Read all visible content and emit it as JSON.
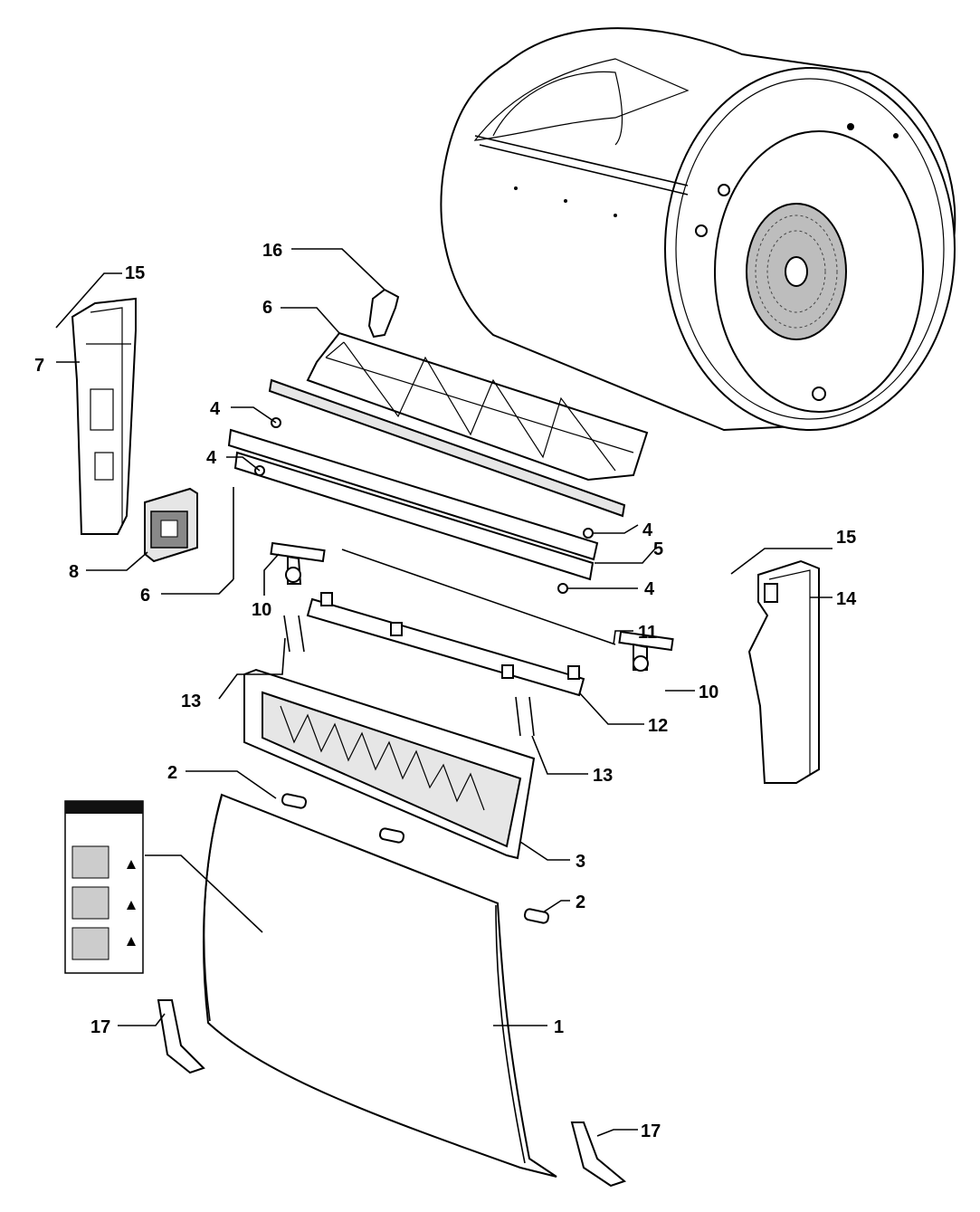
{
  "callouts": [
    {
      "id": "c15a",
      "label": "15"
    },
    {
      "id": "c7",
      "label": "7"
    },
    {
      "id": "c16",
      "label": "16"
    },
    {
      "id": "c6a",
      "label": "6"
    },
    {
      "id": "c4a",
      "label": "4"
    },
    {
      "id": "c4b",
      "label": "4"
    },
    {
      "id": "c8",
      "label": "8"
    },
    {
      "id": "c6b",
      "label": "6"
    },
    {
      "id": "c10a",
      "label": "10"
    },
    {
      "id": "c4c",
      "label": "4"
    },
    {
      "id": "c5",
      "label": "5"
    },
    {
      "id": "c4d",
      "label": "4"
    },
    {
      "id": "c15b",
      "label": "15"
    },
    {
      "id": "c14",
      "label": "14"
    },
    {
      "id": "c11",
      "label": "11"
    },
    {
      "id": "c10b",
      "label": "10"
    },
    {
      "id": "c13a",
      "label": "13"
    },
    {
      "id": "c12",
      "label": "12"
    },
    {
      "id": "c13b",
      "label": "13"
    },
    {
      "id": "c2a",
      "label": "2"
    },
    {
      "id": "c3",
      "label": "3"
    },
    {
      "id": "c2b",
      "label": "2"
    },
    {
      "id": "c17a",
      "label": "17"
    },
    {
      "id": "c1",
      "label": "1"
    },
    {
      "id": "c17b",
      "label": "17"
    }
  ]
}
